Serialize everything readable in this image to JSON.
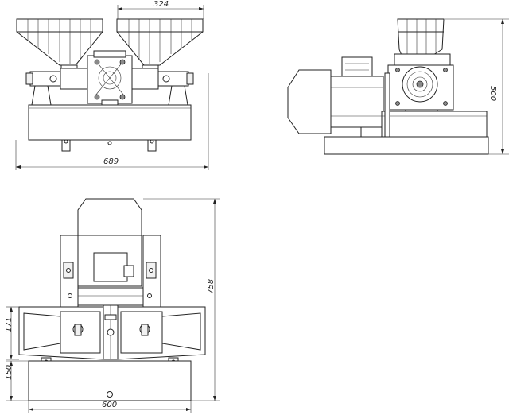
{
  "drawing": {
    "dimensions": {
      "front_top": "324",
      "front_width": "689",
      "side_height": "500",
      "plan_height": "758",
      "plan_hopper": "171",
      "plan_base": "150",
      "plan_width": "600"
    }
  }
}
